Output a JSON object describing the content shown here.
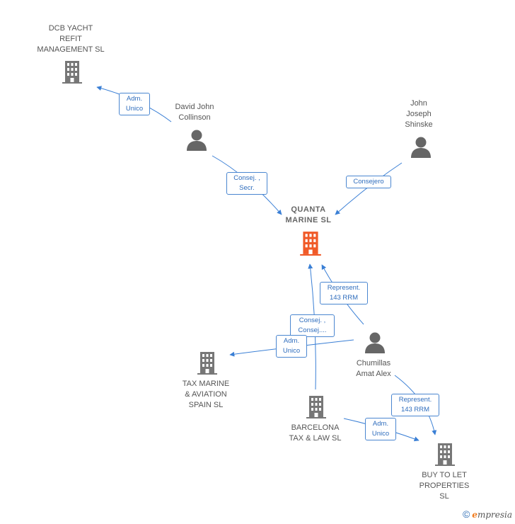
{
  "colors": {
    "edge": "#3a7fd5",
    "company": "#777777",
    "main_company": "#f05a28",
    "person": "#666666"
  },
  "nodes": {
    "dcb": "DCB YACHT\nREFIT\nMANAGEMENT SL",
    "david": "David John\nCollinson",
    "john": "John\nJoseph\nShinske",
    "quanta": "QUANTA\nMARINE  SL",
    "chumillas": "Chumillas\nAmat Alex",
    "taxmarine": "TAX MARINE\n& AVIATION\nSPAIN  SL",
    "barcelona": "BARCELONA\nTAX & LAW  SL",
    "buytolet": "BUY TO LET\nPROPERTIES\nSL"
  },
  "edges": {
    "adm_unico_dcb": "Adm.\nUnico",
    "consej_secr": "Consej. ,\nSecr.",
    "consejero": "Consejero",
    "represent_quanta": "Represent.\n143 RRM",
    "consej_consej": "Consej. ,\nConsej....",
    "adm_unico_tax": "Adm.\nUnico",
    "represent_buy": "Represent.\n143 RRM",
    "adm_unico_buy": "Adm.\nUnico"
  },
  "footer": {
    "copyright": "©",
    "brand_first": "e",
    "brand_rest": "mpresia"
  }
}
